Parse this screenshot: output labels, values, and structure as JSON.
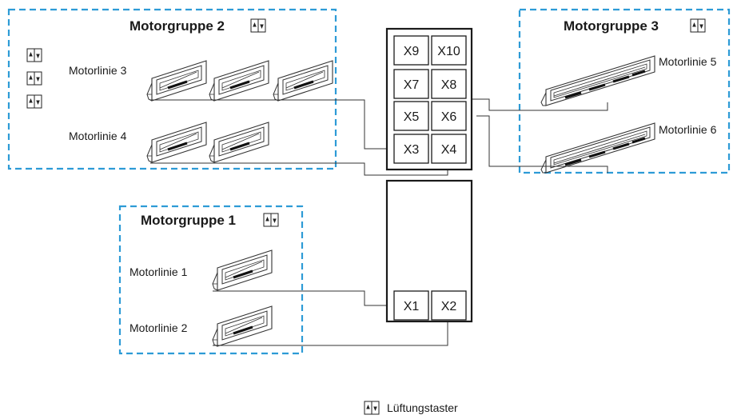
{
  "groups": {
    "g1": {
      "title": "Motorgruppe 1"
    },
    "g2": {
      "title": "Motorgruppe 2"
    },
    "g3": {
      "title": "Motorgruppe 3"
    }
  },
  "motor_lines": {
    "l1": "Motorlinie 1",
    "l2": "Motorlinie 2",
    "l3": "Motorlinie 3",
    "l4": "Motorlinie 4",
    "l5": "Motorlinie 5",
    "l6": "Motorlinie 6"
  },
  "terminals": {
    "x1": "X1",
    "x2": "X2",
    "x3": "X3",
    "x4": "X4",
    "x5": "X5",
    "x6": "X6",
    "x7": "X7",
    "x8": "X8",
    "x9": "X9",
    "x10": "X10"
  },
  "legend": {
    "label": "Lüftungstaster",
    "icon": "ventilation-switch-icon"
  },
  "colors": {
    "group_border": "#2d9bd6",
    "lines": "#333333"
  }
}
